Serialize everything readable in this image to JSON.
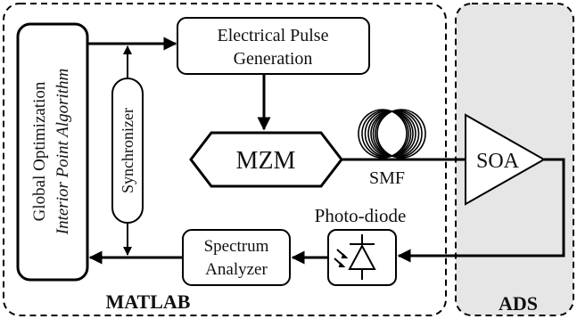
{
  "regions": {
    "matlab_label": "MATLAB",
    "ads_label": "ADS"
  },
  "blocks": {
    "optimizer": {
      "line1": "Global Optimization",
      "line2": "Interior Point Algorithm"
    },
    "synchronizer": "Synchronizer",
    "pulse_gen": {
      "line1": "Electrical Pulse",
      "line2": "Generation"
    },
    "mzm": "MZM",
    "smf": "SMF",
    "soa": "SOA",
    "photodiode": "Photo-diode",
    "spectrum": {
      "line1": "Spectrum",
      "line2": "Analyzer"
    }
  },
  "colors": {
    "ads_fill": "#e6e6e6",
    "stroke": "#000000"
  }
}
